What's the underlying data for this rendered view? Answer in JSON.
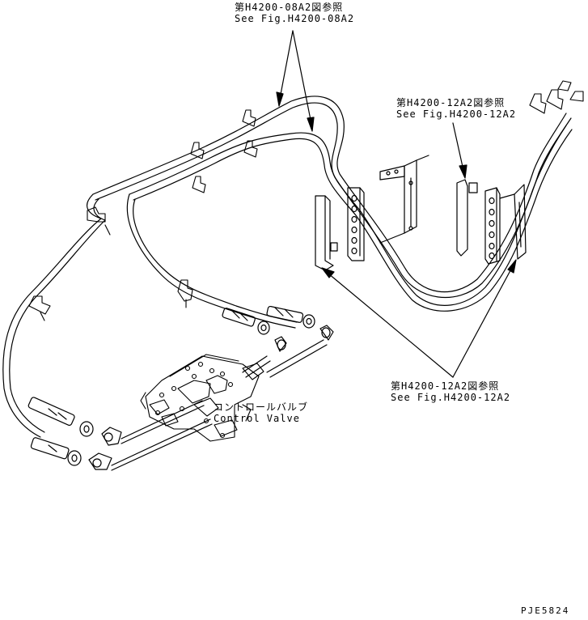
{
  "references": {
    "top": {
      "jp": "第H4200-08A2図参照",
      "en": "See Fig.H4200-08A2"
    },
    "right": {
      "jp": "第H4200-12A2図参照",
      "en": "See Fig.H4200-12A2"
    },
    "bottom": {
      "jp": "第H4200-12A2図参照",
      "en": "See Fig.H4200-12A2"
    }
  },
  "control_valve": {
    "jp": "コントロールバルブ",
    "en": "Control Valve"
  },
  "drawing_code": "PJE5824"
}
